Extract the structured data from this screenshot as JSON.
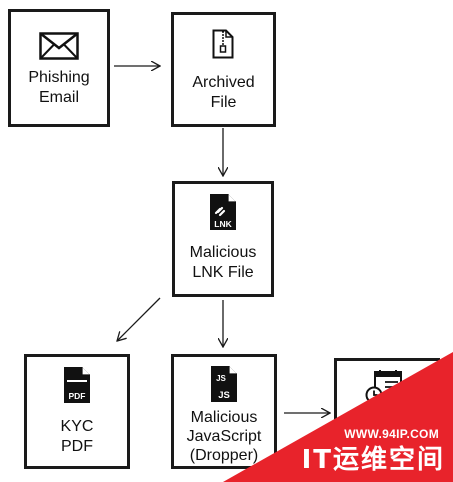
{
  "nodes": {
    "phishing": {
      "label": "Phishing\nEmail",
      "icon": "envelope-icon"
    },
    "archived": {
      "label": "Archived\nFile",
      "icon": "zip-file-icon"
    },
    "lnk": {
      "label": "Malicious\nLNK File",
      "icon": "lnk-file-icon",
      "icon_text": "LNK"
    },
    "kyc": {
      "label": "KYC\nPDF",
      "icon": "pdf-file-icon",
      "icon_text": "PDF"
    },
    "js": {
      "label": "Malicious\nJavaScript\n(Dropper)",
      "icon": "js-file-icon",
      "icon_text": "JS"
    },
    "task": {
      "label": "",
      "icon": "scheduled-task-icon"
    }
  },
  "edges": [
    {
      "from": "phishing",
      "to": "archived"
    },
    {
      "from": "archived",
      "to": "lnk"
    },
    {
      "from": "lnk",
      "to": "kyc"
    },
    {
      "from": "lnk",
      "to": "js"
    },
    {
      "from": "js",
      "to": "task"
    }
  ],
  "watermark": {
    "url": "WWW.94IP.COM",
    "text": "IT运维空间",
    "color": "#e8232b"
  }
}
